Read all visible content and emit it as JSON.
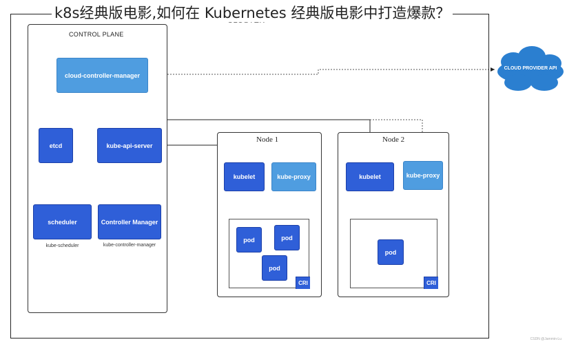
{
  "title": "k8s经典版电影,如何在 Kubernetes 经典版电影中打造爆款？",
  "cluster_label": "CLUSTER",
  "control_plane": {
    "label": "CONTROL PLANE",
    "ccm": "cloud-controller-manager",
    "etcd": "etcd",
    "api": "kube-api-server",
    "scheduler": "scheduler",
    "scheduler_sub": "kube-scheduler",
    "cm": "Controller Manager",
    "cm_sub": "kube-controller-manager"
  },
  "cloud": {
    "label": "CLOUD PROVIDER API",
    "color": "#2b7fd0"
  },
  "node1": {
    "label": "Node 1",
    "kubelet": "kubelet",
    "proxy": "kube-proxy",
    "pods": [
      "pod",
      "pod",
      "pod"
    ],
    "cri": "CRI"
  },
  "node2": {
    "label": "Node 2",
    "kubelet": "kubelet",
    "proxy": "kube-proxy",
    "pods": [
      "pod"
    ],
    "cri": "CRI"
  },
  "watermark": "CSDN @Jammin-Lu",
  "colors": {
    "dark_blue": "#2f5fd8",
    "light_blue": "#4f9de0",
    "cloud": "#2b7fd0"
  }
}
